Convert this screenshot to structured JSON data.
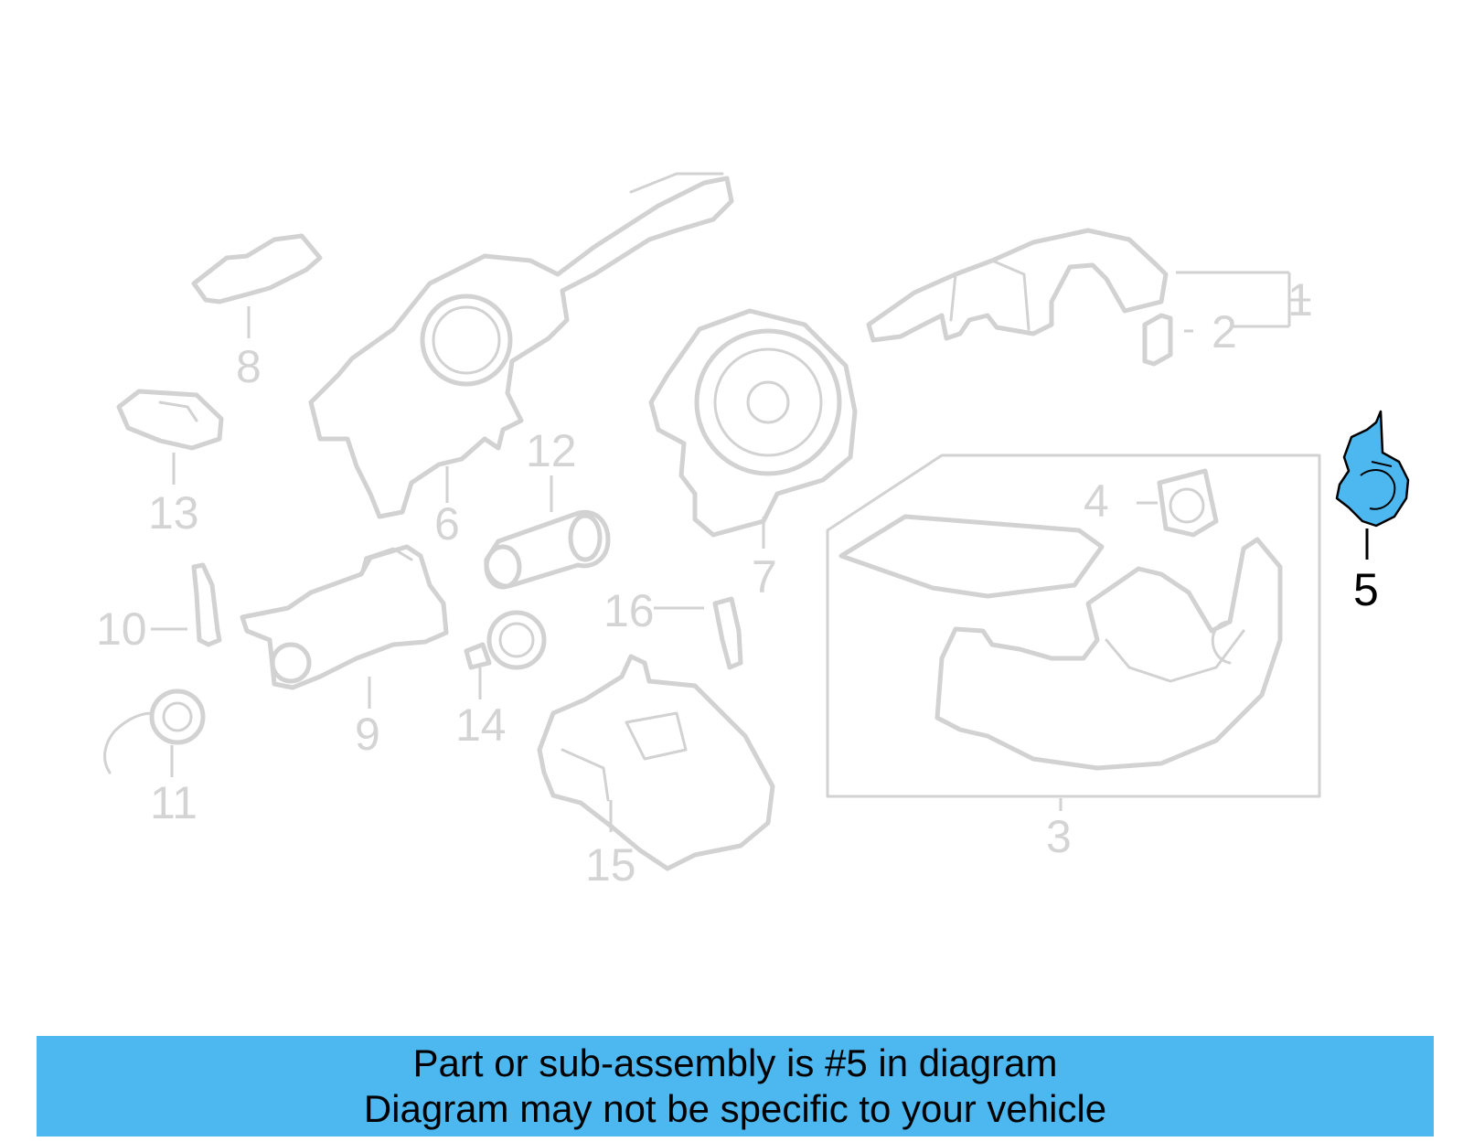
{
  "diagram": {
    "highlighted_part": "5",
    "highlight_color": "#4db8f0",
    "inactive_color": "#d2d2d2",
    "callouts": [
      "1",
      "2",
      "3",
      "4",
      "5",
      "6",
      "7",
      "8",
      "9",
      "10",
      "11",
      "12",
      "13",
      "14",
      "15",
      "16"
    ]
  },
  "banner": {
    "line1": "Part or sub-assembly is #5 in diagram",
    "line2": "Diagram may not be specific to your vehicle",
    "background": "#4db8f0"
  }
}
